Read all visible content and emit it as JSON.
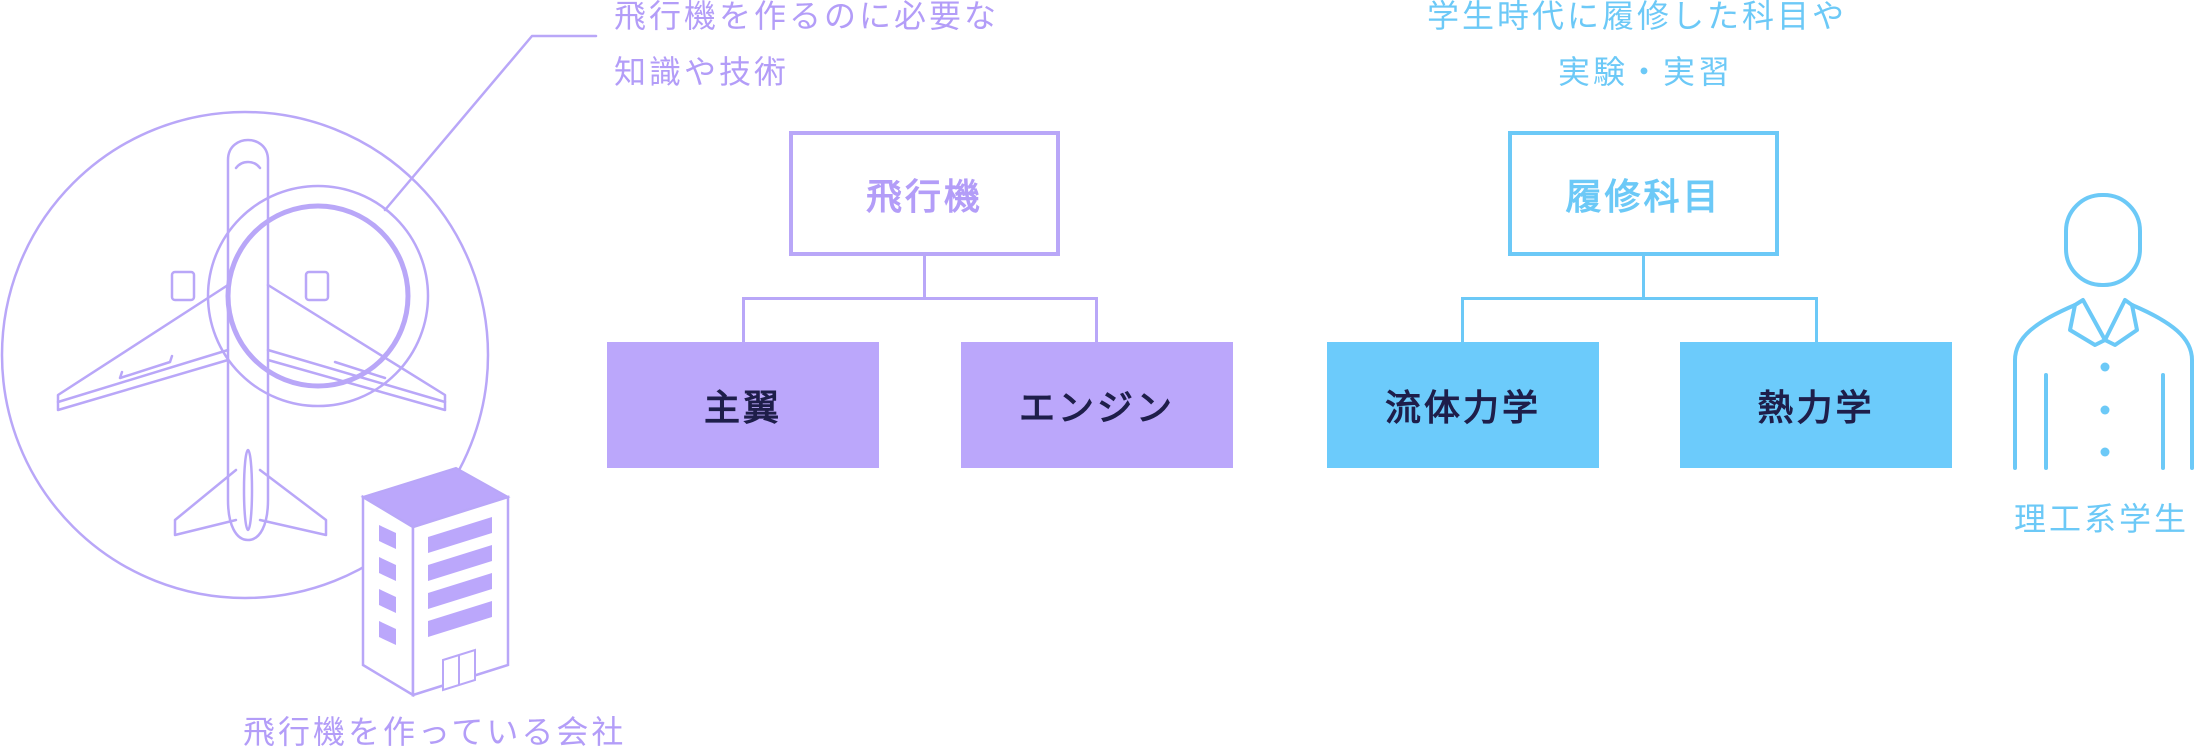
{
  "left_callout": {
    "line1": "飛行機を作るのに必要な",
    "line2": "知識や技術"
  },
  "company_caption": "飛行機を作っている会社",
  "right_callout": {
    "line1": "学生時代に履修した科目や",
    "line2": "実験・実習"
  },
  "student_caption": "理工系学生",
  "airplane_tree": {
    "root": "飛行機",
    "children": [
      "主翼",
      "エンジン"
    ]
  },
  "course_tree": {
    "root": "履修科目",
    "children": [
      "流体力学",
      "熱力学"
    ]
  },
  "colors": {
    "purple": "#b39df8",
    "purple_fill": "#bba7fb",
    "blue": "#6cc9f7",
    "blue_fill": "#6ccbfb",
    "dark_text": "#1e1e4a"
  }
}
